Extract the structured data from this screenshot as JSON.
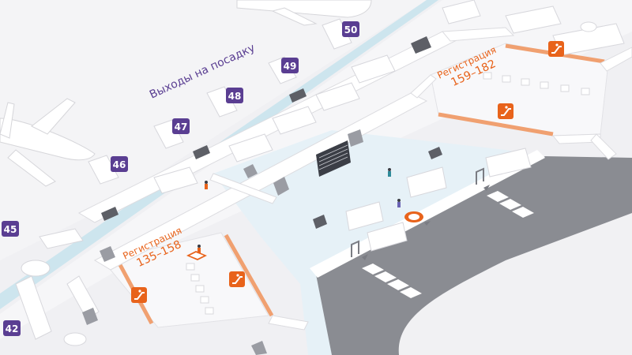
{
  "map": {
    "exit_label": "Выходы на посадку",
    "colors": {
      "accent_purple": "#5a3e92",
      "accent_orange": "#e8631b",
      "water": "#cfe6ef",
      "hall_floor": "#e7f2f8",
      "road": "#8b8d93",
      "wall": "#ffffff"
    },
    "gates": [
      {
        "id": "gate-50",
        "label": "50"
      },
      {
        "id": "gate-49",
        "label": "49"
      },
      {
        "id": "gate-48",
        "label": "48"
      },
      {
        "id": "gate-47",
        "label": "47"
      },
      {
        "id": "gate-46",
        "label": "46"
      },
      {
        "id": "gate-45",
        "label": "45"
      },
      {
        "id": "gate-42",
        "label": "42"
      }
    ],
    "checkin_zones": [
      {
        "id": "checkin-159-182",
        "title": "Регистрация",
        "range": "159–182"
      },
      {
        "id": "checkin-135-158",
        "title": "Регистрация",
        "range": "135–158"
      }
    ],
    "icons": {
      "escalator": "escalator-icon",
      "information": "info-desk-icon",
      "person": "person-icon",
      "departure_board": "departures-board-icon",
      "airplane": "airplane-icon"
    }
  }
}
